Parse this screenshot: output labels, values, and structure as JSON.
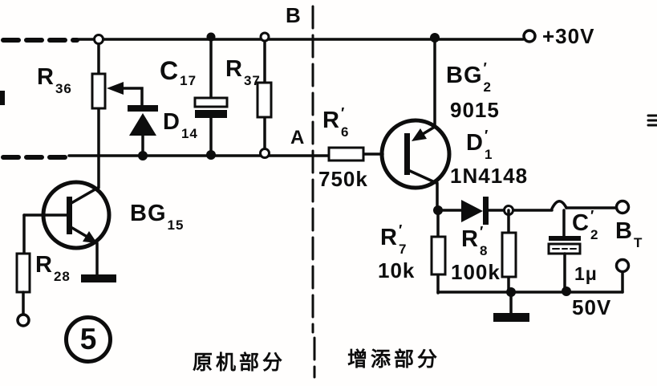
{
  "figure": {
    "number": "5",
    "region_left_label": "原机部分",
    "region_right_label": "增添部分",
    "supply_label": "+30V",
    "node_b_label": "B",
    "node_a_label": "A"
  },
  "components": {
    "r36": {
      "base": "R",
      "prime": "",
      "sub": "36"
    },
    "c17": {
      "base": "C",
      "prime": "",
      "sub": "17"
    },
    "r37": {
      "base": "R",
      "prime": "",
      "sub": "37"
    },
    "d14": {
      "base": "D",
      "prime": "",
      "sub": "14"
    },
    "bg15": {
      "base": "BG",
      "prime": "",
      "sub": "15"
    },
    "r28": {
      "base": "R",
      "prime": "",
      "sub": "28"
    },
    "r6": {
      "base": "R",
      "prime": "′",
      "sub": "6",
      "value": "750k"
    },
    "bg2": {
      "base": "BG",
      "prime": "′",
      "sub": "2",
      "value": "9015"
    },
    "d1": {
      "base": "D",
      "prime": "′",
      "sub": "1",
      "value": "1N4148"
    },
    "r7": {
      "base": "R",
      "prime": "′",
      "sub": "7",
      "value": "10k"
    },
    "r8": {
      "base": "R",
      "prime": "′",
      "sub": "8",
      "value": "100k"
    },
    "c2": {
      "base": "C",
      "prime": "′",
      "sub": "2",
      "value": "1μ",
      "rating": "50V"
    },
    "bt": {
      "base": "B",
      "prime": "",
      "sub": "T"
    }
  }
}
